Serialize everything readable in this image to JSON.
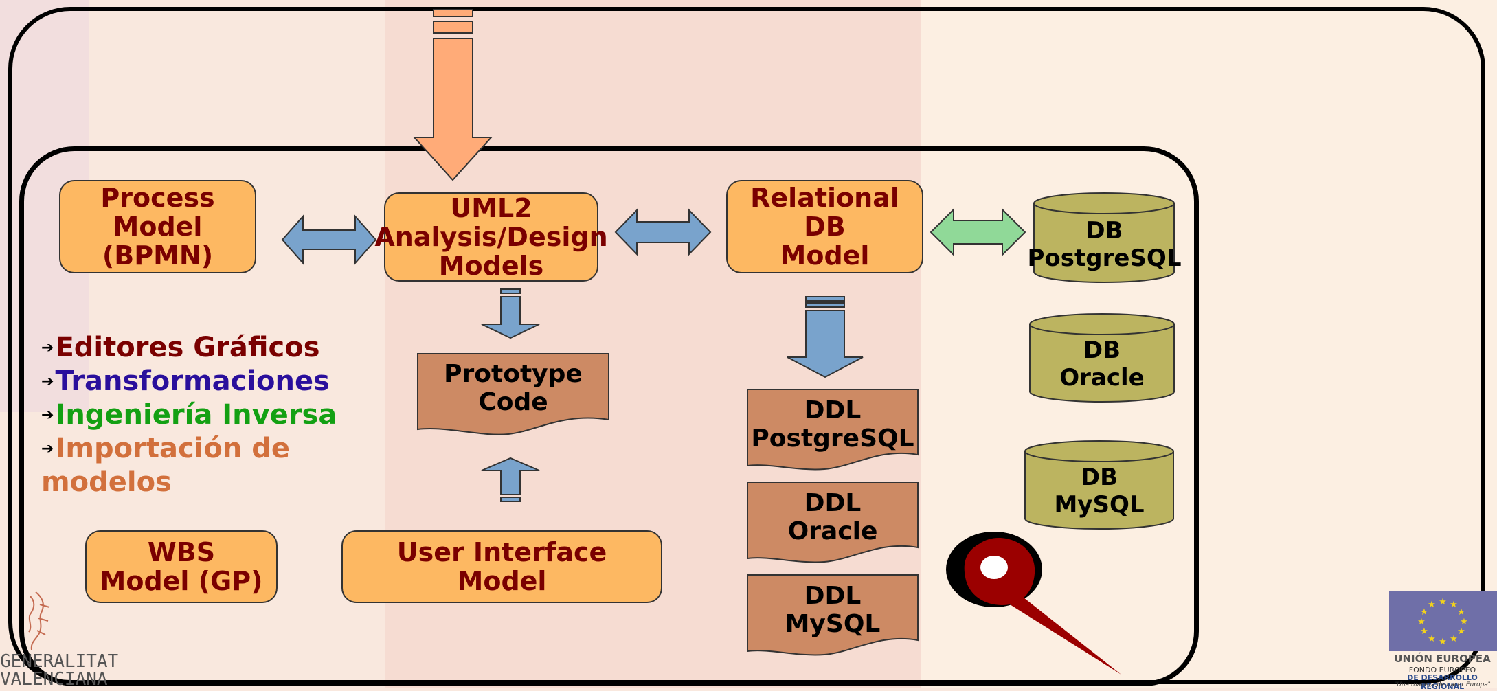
{
  "colors": {
    "box_fill": "#fdb862",
    "box_text": "#7a0000",
    "arrow_blue": "#79a3cc",
    "arrow_green": "#90d998",
    "arrow_orange": "#ffab78",
    "doc_fill": "#cd8a64",
    "cylinder_fill": "#bcb460",
    "pin_red": "#9b0000"
  },
  "boxes": {
    "process_model": "Process\nModel\n(BPMN)",
    "uml2_models": "UML2\nAnalysis/Design\nModels",
    "relational_db_model": "Relational\nDB\nModel",
    "wbs_model": "WBS\nModel (GP)",
    "user_interface_model": "User Interface\nModel"
  },
  "documents": {
    "prototype_code": "Prototype\nCode",
    "ddl_postgresql": "DDL\nPostgreSQL",
    "ddl_oracle": "DDL\nOracle",
    "ddl_mysql": "DDL\nMySQL"
  },
  "databases": {
    "db_postgresql": "DB\nPostgreSQL",
    "db_oracle": "DB\nOracle",
    "db_mysql": "DB\nMySQL"
  },
  "features": [
    {
      "text": "Editores Gráficos",
      "color": "#7a0000"
    },
    {
      "text": "Transformaciones",
      "color": "#2a0f9c"
    },
    {
      "text": "Ingeniería Inversa",
      "color": "#13a013"
    },
    {
      "text": "Importación de modelos",
      "color": "#d2703c"
    }
  ],
  "logos": {
    "eu_title": "UNIÓN EUROPEA",
    "eu_fund_line1": "FONDO EUROPEO",
    "eu_fund_line2": "DE DESARROLLO REGIONAL",
    "eu_motto": "\"Una manera de hacer Europa\"",
    "gv_line1": "GENERALITAT",
    "gv_line2": "VALENCIANA"
  }
}
